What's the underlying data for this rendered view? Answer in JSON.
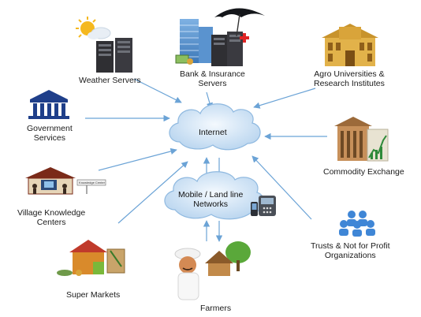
{
  "nodes": {
    "weather": {
      "line1": "Weather Servers"
    },
    "bank": {
      "line1": "Bank & Insurance",
      "line2": "Servers"
    },
    "agro": {
      "line1": "Agro Universities &",
      "line2": "Research Institutes"
    },
    "government": {
      "line1": "Government",
      "line2": "Services"
    },
    "commodity": {
      "line1": "Commodity Exchange"
    },
    "village": {
      "line1": "Village Knowledge",
      "line2": "Centers",
      "sign": "Knowledge Center"
    },
    "trusts": {
      "line1": "Trusts  & Not for Profit",
      "line2": "Organizations"
    },
    "supermarkets": {
      "line1": "Super Markets"
    },
    "farmers": {
      "line1": "Farmers"
    }
  },
  "clouds": {
    "internet": {
      "label": "Internet"
    },
    "mobile": {
      "line1": "Mobile / Land line",
      "line2": "Networks"
    }
  },
  "colors": {
    "arrow": "#6ba3d6",
    "cloud_fill": "#cfe3f5",
    "cloud_edge": "#8fb9e0",
    "server": "#2f2f33",
    "sun": "#f5b81f"
  }
}
